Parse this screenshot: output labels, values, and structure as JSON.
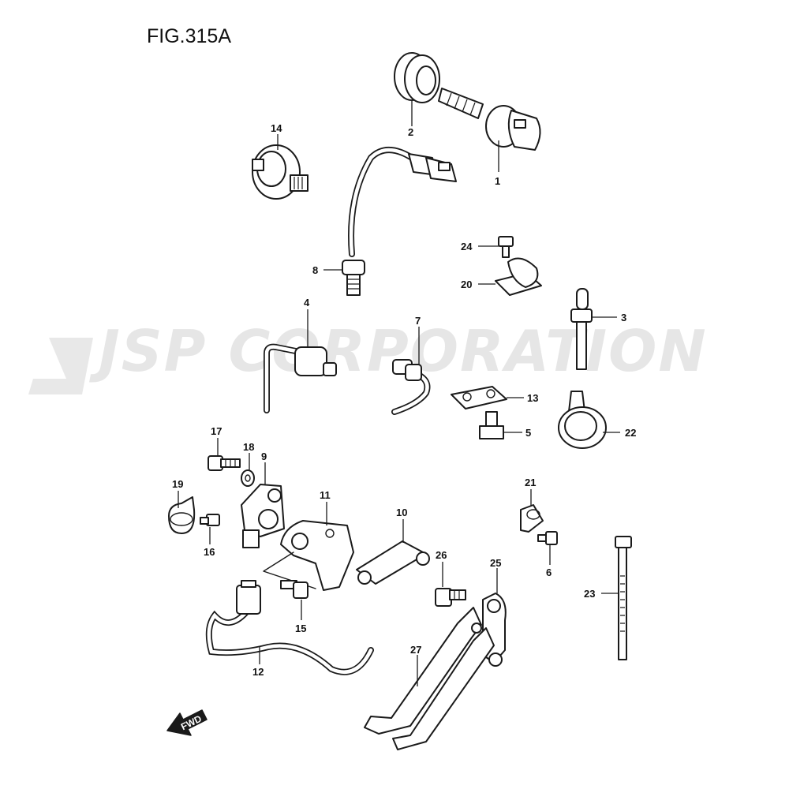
{
  "figure": {
    "title": "FIG.315A"
  },
  "watermark": {
    "text": "JSP CORPORATION"
  },
  "fwd_arrow": {
    "label": "FWD"
  },
  "callouts": [
    "1",
    "2",
    "3",
    "4",
    "5",
    "6",
    "7",
    "8",
    "9",
    "10",
    "11",
    "12",
    "13",
    "14",
    "15",
    "16",
    "17",
    "18",
    "19",
    "20",
    "21",
    "22",
    "23",
    "24",
    "25",
    "26",
    "27"
  ]
}
